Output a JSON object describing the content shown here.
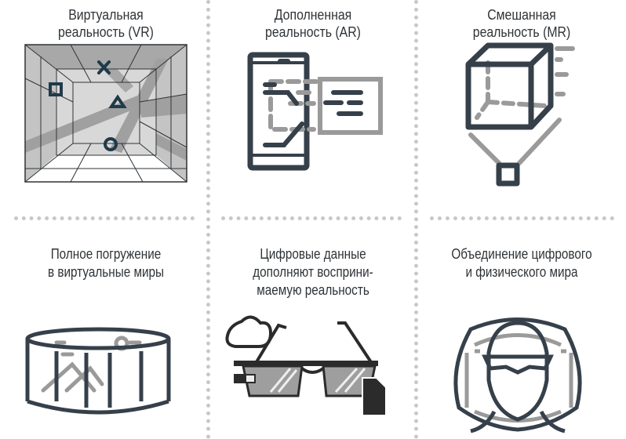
{
  "columns": [
    {
      "title_line1": "Виртуальная",
      "title_line2": "реальность (VR)",
      "desc_lines": [
        "Полное погружение",
        "в виртуальные миры"
      ]
    },
    {
      "title_line1": "Дополненная",
      "title_line2": "реальность (AR)",
      "desc_lines": [
        "Цифровые данные",
        "дополняют восприни-",
        "маемую реальность"
      ]
    },
    {
      "title_line1": "Смешанная",
      "title_line2": "реальность (MR)",
      "desc_lines": [
        "Объединение цифрового",
        "и физического мира"
      ]
    }
  ],
  "colors": {
    "dark": "#36404a",
    "gray": "#9a9a9a",
    "light": "#d6d6d6",
    "divider": "#c8c8c8"
  }
}
